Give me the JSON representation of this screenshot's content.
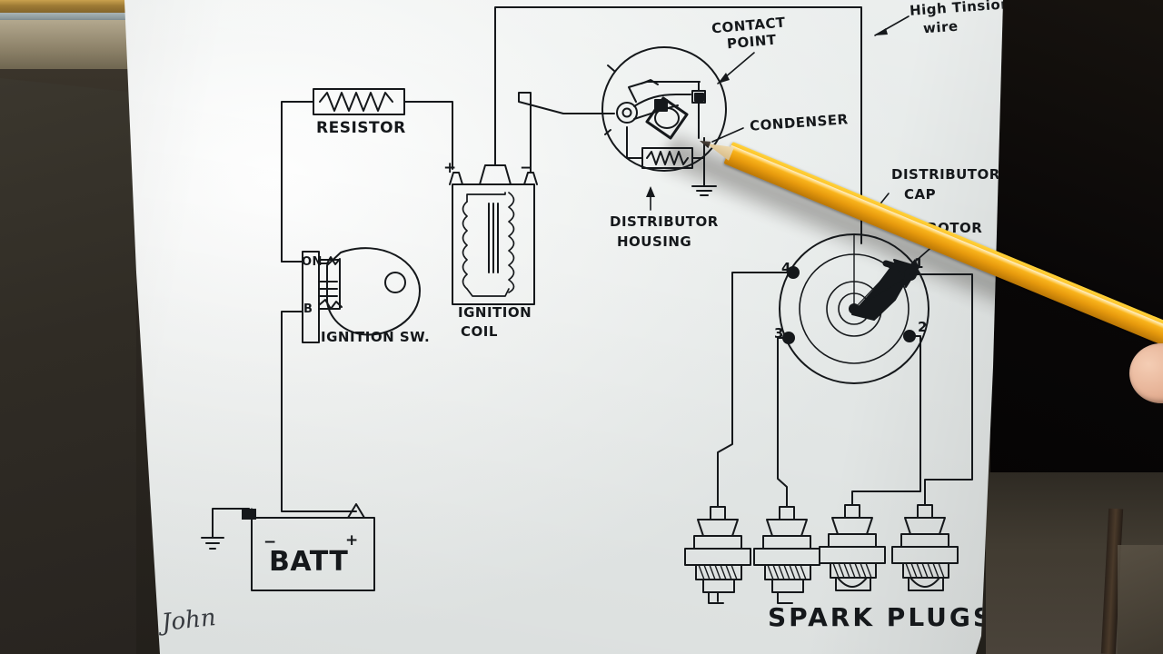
{
  "scene": {
    "medium": "hand-drawn pencil diagram on white paper, photographed",
    "subject": "Automotive ignition system wiring diagram",
    "held_object": "yellow-pencil-pointer",
    "pencil_points_at": "CONDENSER"
  },
  "labels": {
    "resistor": "RESISTOR",
    "ignition_switch": "IGNITION SW.",
    "ignition_coil_line1": "IGNITION",
    "ignition_coil_line2": "COIL",
    "contact_point_line1": "CONTACT",
    "contact_point_line2": "POINT",
    "condenser": "CONDENSER",
    "distributor_housing_line1": "DISTRIBUTOR",
    "distributor_housing_line2": "HOUSING",
    "high_tension_line1": "High Tinsion",
    "high_tension_line2": "wire",
    "distributor_cap_line1": "DISTRIBUTOR",
    "distributor_cap_line2": "CAP",
    "rotor": "ROTOR",
    "battery": "BATT",
    "spark_plugs": "SPARK PLUGS",
    "signature": "John"
  },
  "terminals": {
    "switch_top": "ON",
    "switch_bottom": "B",
    "coil_positive": "+",
    "coil_negative": "−",
    "battery_negative": "−",
    "battery_positive": "+"
  },
  "distributor_cap": {
    "terminal_numbers": [
      "1",
      "2",
      "3",
      "4"
    ],
    "terminal_1_position": "upper-right",
    "terminal_2_position": "lower-right",
    "terminal_3_position": "lower-left",
    "terminal_4_position": "upper-left",
    "rotor_points_to": "1"
  },
  "spark_plugs": {
    "count": 4,
    "fed_from_terminals": [
      "4",
      "3",
      "2",
      "1"
    ]
  },
  "colors": {
    "paper": "#f3f5f4",
    "ink": "#15181b",
    "pencil_body": "#fcb81e",
    "pencil_wood": "#e8d2a4",
    "background_dark": "#23201b",
    "wood_trim": "#9d7a35"
  }
}
